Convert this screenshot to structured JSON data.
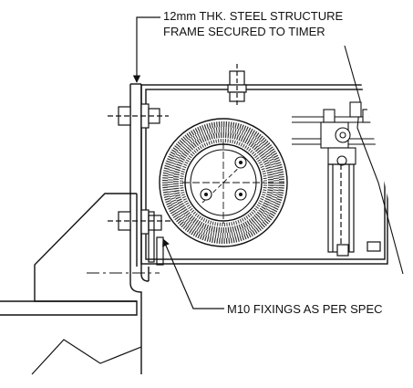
{
  "annotations": {
    "frame_line1": "12mm THK. STEEL STRUCTURE",
    "frame_line2": "FRAME SECURED TO TIMER",
    "fixings": "M10 FIXINGS AS PER SPEC"
  },
  "colors": {
    "line": "#111111",
    "paper": "#ffffff"
  }
}
